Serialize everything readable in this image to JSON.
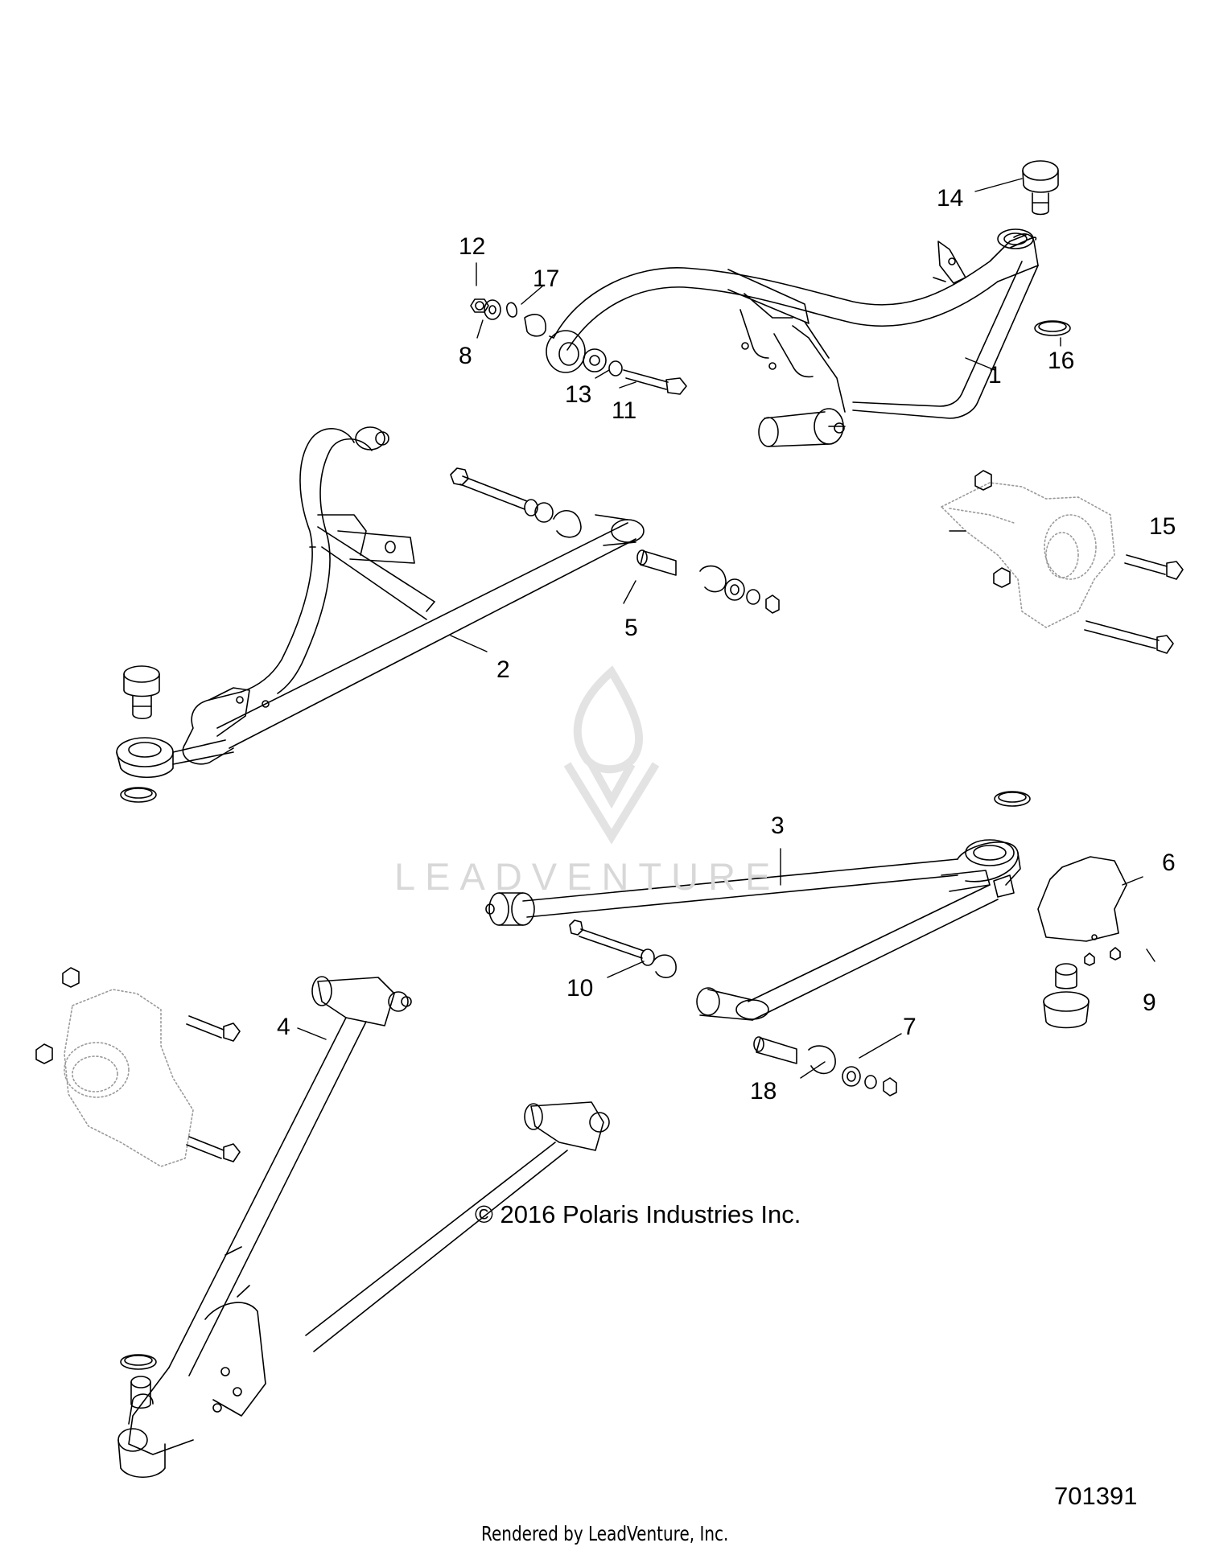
{
  "callouts": [
    {
      "id": "1",
      "label": "1"
    },
    {
      "id": "2",
      "label": "2"
    },
    {
      "id": "3",
      "label": "3"
    },
    {
      "id": "4",
      "label": "4"
    },
    {
      "id": "5",
      "label": "5"
    },
    {
      "id": "6",
      "label": "6"
    },
    {
      "id": "7",
      "label": "7"
    },
    {
      "id": "8",
      "label": "8"
    },
    {
      "id": "9",
      "label": "9"
    },
    {
      "id": "10",
      "label": "10"
    },
    {
      "id": "11",
      "label": "11"
    },
    {
      "id": "12",
      "label": "12"
    },
    {
      "id": "13",
      "label": "13"
    },
    {
      "id": "14",
      "label": "14"
    },
    {
      "id": "15",
      "label": "15"
    },
    {
      "id": "16",
      "label": "16"
    },
    {
      "id": "17",
      "label": "17"
    },
    {
      "id": "18",
      "label": "18"
    }
  ],
  "copyright": "© 2016 Polaris Industries Inc.",
  "document_number": "701391",
  "footer": "Rendered by LeadVenture, Inc.",
  "watermark": "LEADVENTURE",
  "colors": {
    "line": "#000000",
    "ghost": "#9a9a9a",
    "watermark": "#dcdcdc"
  }
}
